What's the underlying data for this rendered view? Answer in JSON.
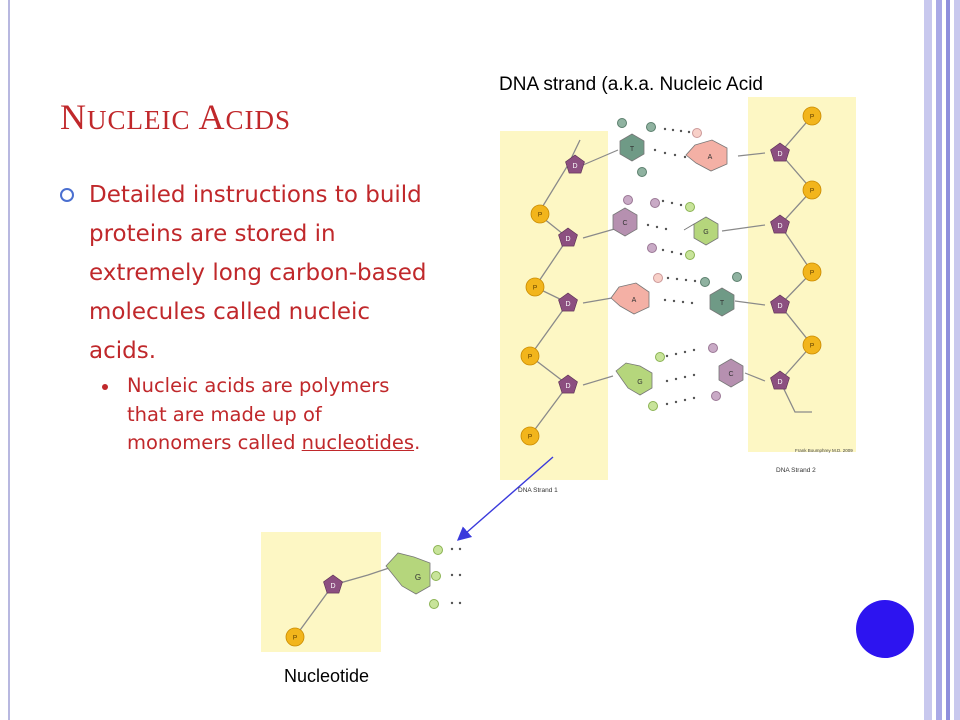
{
  "slide": {
    "title_initial_1": "N",
    "title_rest_1": "UCLEIC",
    "title_initial_2": "A",
    "title_rest_2": "CIDS",
    "bullet_main": "Detailed instructions to build proteins are stored in extremely long carbon-based molecules called nucleic acids.",
    "bullet_sub_prefix": "Nucleic acids are polymers that are made up of monomers called ",
    "bullet_sub_link": "nucleotides",
    "bullet_sub_suffix": "."
  },
  "figure": {
    "dna_caption": "DNA strand (a.k.a. Nucleic Acid",
    "strand1_label": "DNA Strand 1",
    "strand2_label": "DNA Strand 2",
    "credit": "Frank Boumphrey M.D. 2009",
    "nucleotide_caption": "Nucleotide",
    "phosphate_letter": "P",
    "sugar_letter": "D",
    "pairs": [
      {
        "left": "T",
        "right": "A"
      },
      {
        "left": "C",
        "right": "G"
      },
      {
        "left": "A",
        "right": "T"
      },
      {
        "left": "G",
        "right": "C"
      }
    ],
    "nucleotide_base": "G",
    "colors": {
      "phosphate": "#f2b51c",
      "sugar": "#8c4f80",
      "adenine": "#f4b0a5",
      "thymine": "#6f9a86",
      "cytosine": "#b690b0",
      "guanine": "#b5d67c",
      "strand_bg": "#fdf7c4",
      "arrow": "#3a3adc",
      "accent_text": "#c0282b"
    }
  }
}
